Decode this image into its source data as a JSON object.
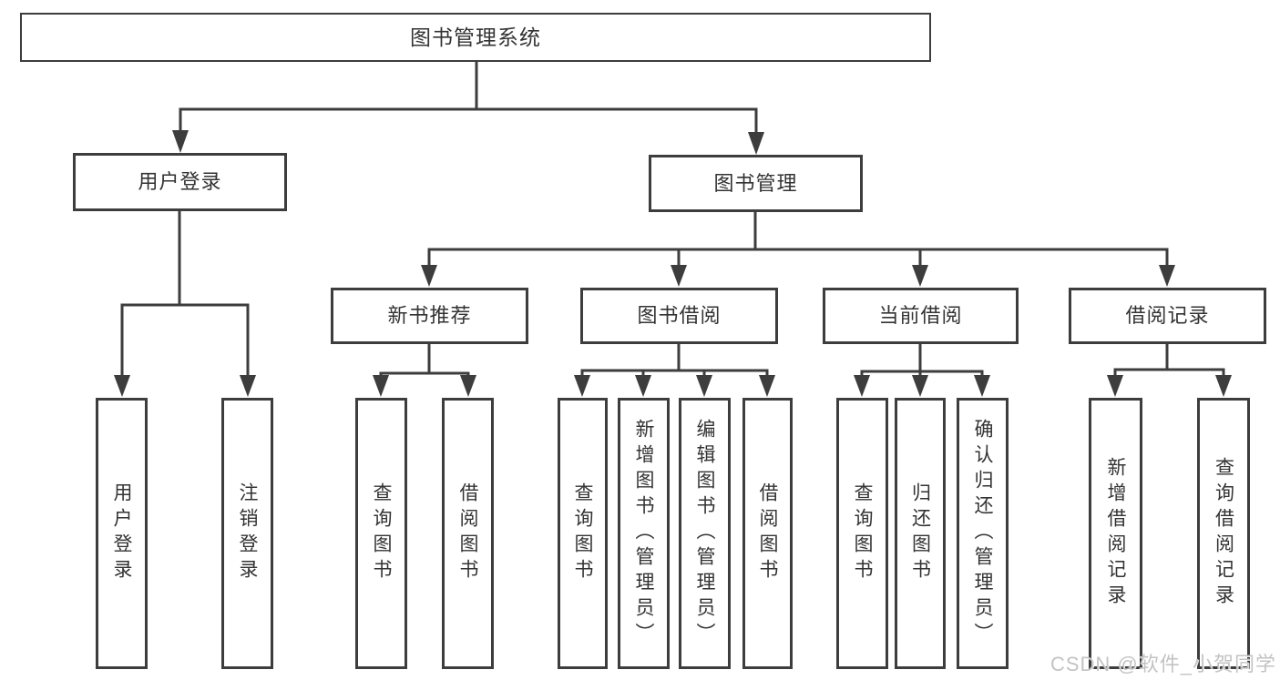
{
  "tree": {
    "label": "图书管理系统",
    "children": [
      {
        "label": "用户登录",
        "children": [
          {
            "label": "用户登录"
          },
          {
            "label": "注销登录"
          }
        ]
      },
      {
        "label": "图书管理",
        "children": [
          {
            "label": "新书推荐",
            "children": [
              {
                "label": "查询图书"
              },
              {
                "label": "借阅图书"
              }
            ]
          },
          {
            "label": "图书借阅",
            "children": [
              {
                "label": "查询图书"
              },
              {
                "label": "新增图书（管理员）"
              },
              {
                "label": "编辑图书（管理员）"
              },
              {
                "label": "借阅图书"
              }
            ]
          },
          {
            "label": "当前借阅",
            "children": [
              {
                "label": "查询图书"
              },
              {
                "label": "归还图书"
              },
              {
                "label": "确认归还（管理员）"
              }
            ]
          },
          {
            "label": "借阅记录",
            "children": [
              {
                "label": "新增借阅记录"
              },
              {
                "label": "查询借阅记录"
              }
            ]
          }
        ]
      }
    ]
  },
  "watermark": {
    "text": "CSDN @软件_小贺同学"
  },
  "colors": {
    "line": "#3d3d3d",
    "text": "#333333",
    "watermark": "#c3c3c3",
    "background": "#ffffff"
  }
}
